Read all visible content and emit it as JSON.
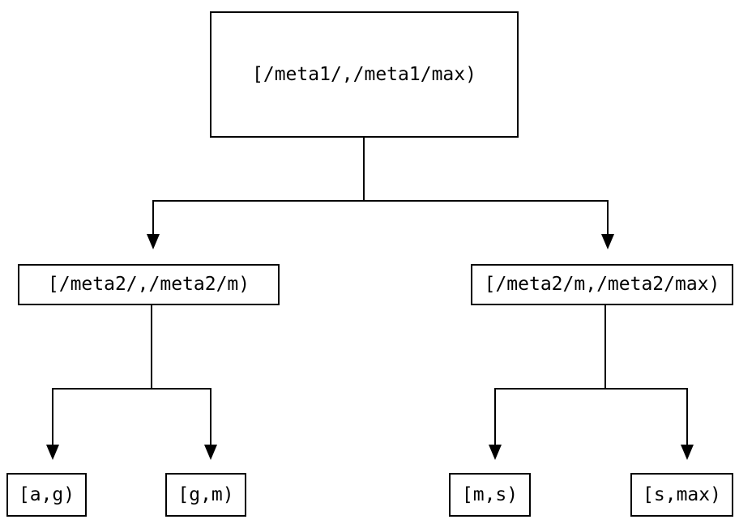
{
  "diagram": {
    "background_color": "#ffffff",
    "line_color": "#000000",
    "text_color": "#000000",
    "nodes": {
      "root": {
        "label": "[/meta1/,/meta1/max)"
      },
      "meta2_low": {
        "label": "[/meta2/,/meta2/m)"
      },
      "meta2_high": {
        "label": "[/meta2/m,/meta2/max)"
      },
      "leaf_ag": {
        "label": "[a,g)"
      },
      "leaf_gm": {
        "label": "[g,m)"
      },
      "leaf_ms": {
        "label": "[m,s)"
      },
      "leaf_smax": {
        "label": "[s,max)"
      }
    },
    "edges": [
      {
        "from": "root",
        "to": "meta2_low"
      },
      {
        "from": "root",
        "to": "meta2_high"
      },
      {
        "from": "meta2_low",
        "to": "leaf_ag"
      },
      {
        "from": "meta2_low",
        "to": "leaf_gm"
      },
      {
        "from": "meta2_high",
        "to": "leaf_ms"
      },
      {
        "from": "meta2_high",
        "to": "leaf_smax"
      }
    ]
  }
}
